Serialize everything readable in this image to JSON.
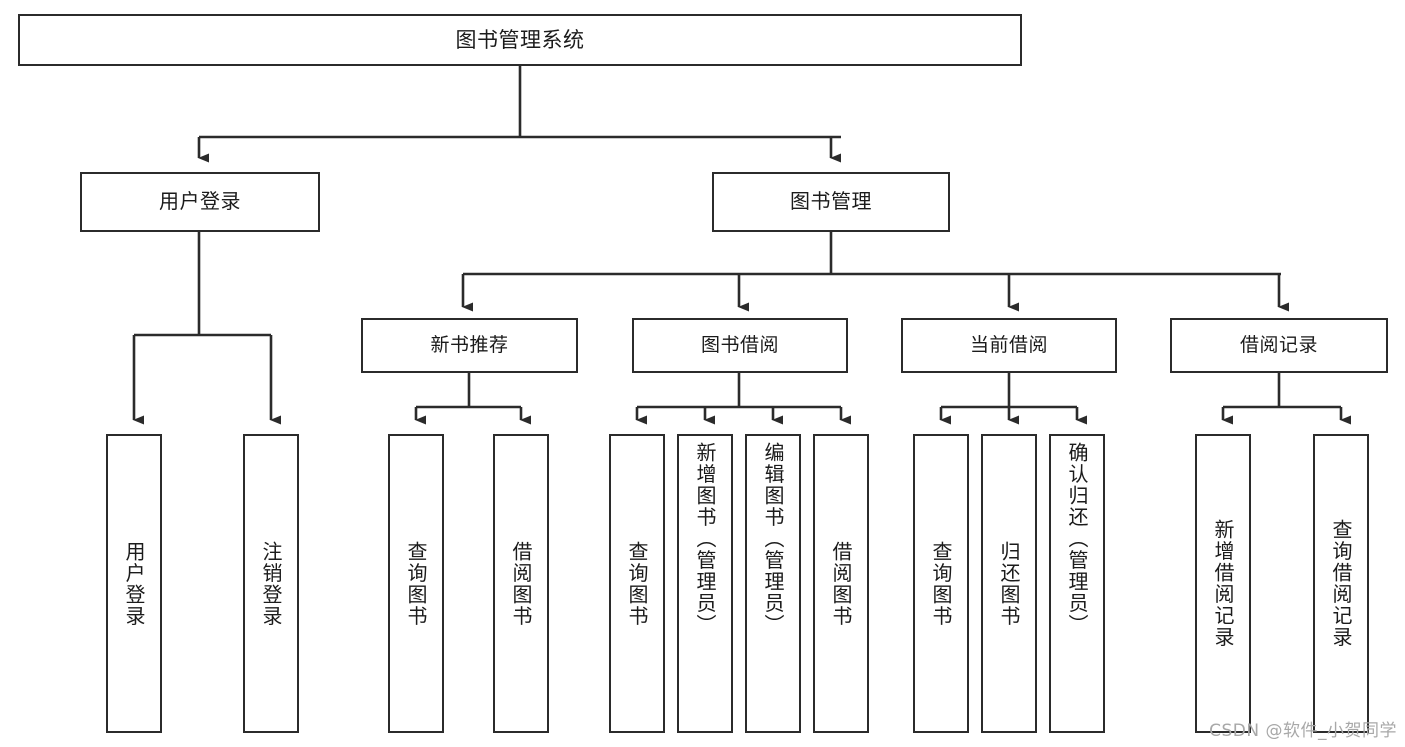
{
  "diagram": {
    "type": "tree-hierarchy-chart",
    "title": "图书管理系统",
    "orientation": "top-down",
    "line_color": "#2b2b2b",
    "box_fill": "#ffffff",
    "text_color": "#1b1b1b"
  },
  "root": {
    "label": "图书管理系统"
  },
  "level1": [
    {
      "label": "用户登录"
    },
    {
      "label": "图书管理"
    }
  ],
  "level2": [
    {
      "label": "新书推荐"
    },
    {
      "label": "图书借阅"
    },
    {
      "label": "当前借阅"
    },
    {
      "label": "借阅记录"
    }
  ],
  "leaves": {
    "user_login": [
      {
        "label": "用户登录"
      },
      {
        "label": "注销登录"
      }
    ],
    "new_book_recommend": [
      {
        "label": "查询图书"
      },
      {
        "label": "借阅图书"
      }
    ],
    "book_borrow": [
      {
        "label": "查询图书"
      },
      {
        "label": "新增图书（管理员）"
      },
      {
        "label": "编辑图书（管理员）"
      },
      {
        "label": "借阅图书"
      }
    ],
    "current_borrow": [
      {
        "label": "查询图书"
      },
      {
        "label": "归还图书"
      },
      {
        "label": "确认归还（管理员）"
      }
    ],
    "borrow_record": [
      {
        "label": "新增借阅记录"
      },
      {
        "label": "查询借阅记录"
      }
    ]
  },
  "watermark": {
    "text": "CSDN @软件_小贺同学",
    "color": "#a8a8a8"
  }
}
